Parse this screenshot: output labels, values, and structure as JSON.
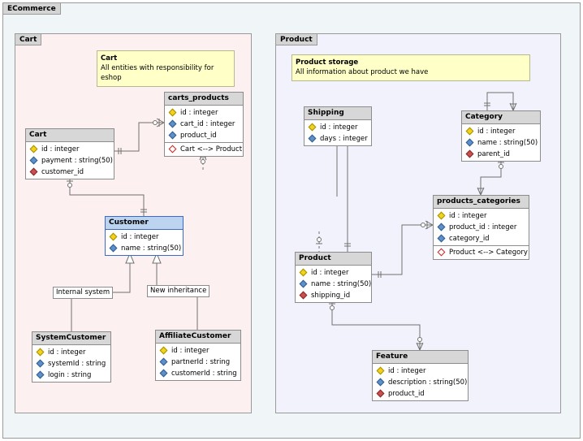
{
  "packages": {
    "root": "ECommerce",
    "cart": "Cart",
    "product": "Product"
  },
  "notes": {
    "cart": {
      "title": "Cart",
      "text": "All entities with responsibility for eshop"
    },
    "product": {
      "title": "Product storage",
      "text": "All information about product we have"
    }
  },
  "entities": {
    "carts_products": {
      "name": "carts_products",
      "attributes": [
        {
          "text": "id : integer",
          "kind": "pk"
        },
        {
          "text": "cart_id : integer",
          "kind": "col"
        },
        {
          "text": "product_id",
          "kind": "col"
        }
      ],
      "relations": [
        "Cart <--> Product"
      ]
    },
    "cart": {
      "name": "Cart",
      "attributes": [
        {
          "text": "id : integer",
          "kind": "pk"
        },
        {
          "text": "payment : string(50)",
          "kind": "col"
        },
        {
          "text": "customer_id",
          "kind": "fk"
        }
      ]
    },
    "customer": {
      "name": "Customer",
      "attributes": [
        {
          "text": "id : integer",
          "kind": "pk"
        },
        {
          "text": "name : string(50)",
          "kind": "col"
        }
      ]
    },
    "system_customer": {
      "name": "SystemCustomer",
      "attributes": [
        {
          "text": "id : integer",
          "kind": "pk"
        },
        {
          "text": "systemId : string",
          "kind": "col"
        },
        {
          "text": "login : string",
          "kind": "col"
        }
      ]
    },
    "affiliate_customer": {
      "name": "AffiliateCustomer",
      "attributes": [
        {
          "text": "id : integer",
          "kind": "pk"
        },
        {
          "text": "partnerId : string",
          "kind": "col"
        },
        {
          "text": "customerId : string",
          "kind": "col"
        }
      ]
    },
    "shipping": {
      "name": "Shipping",
      "attributes": [
        {
          "text": "id : integer",
          "kind": "pk"
        },
        {
          "text": "days : integer",
          "kind": "col"
        }
      ]
    },
    "category": {
      "name": "Category",
      "attributes": [
        {
          "text": "id : integer",
          "kind": "pk"
        },
        {
          "text": "name : string(50)",
          "kind": "col"
        },
        {
          "text": "parent_id",
          "kind": "fk"
        }
      ]
    },
    "products_categories": {
      "name": "products_categories",
      "attributes": [
        {
          "text": "id : integer",
          "kind": "pk"
        },
        {
          "text": "product_id : integer",
          "kind": "col"
        },
        {
          "text": "category_id",
          "kind": "col"
        }
      ],
      "relations": [
        "Product <--> Category"
      ]
    },
    "product": {
      "name": "Product",
      "attributes": [
        {
          "text": "id : integer",
          "kind": "pk"
        },
        {
          "text": "name : string(50)",
          "kind": "col"
        },
        {
          "text": "shipping_id",
          "kind": "fk"
        }
      ]
    },
    "feature": {
      "name": "Feature",
      "attributes": [
        {
          "text": "id : integer",
          "kind": "pk"
        },
        {
          "text": "description : string(50)",
          "kind": "col"
        },
        {
          "text": "product_id",
          "kind": "fk"
        }
      ]
    }
  },
  "labels": {
    "internal_system": "Internal system",
    "new_inheritance": "New inheritance"
  },
  "colors": {
    "line": "#707070",
    "selected_border": "#3c6ac4",
    "note_fill": "#ffffc8",
    "cart_package_fill": "#fdf0f0",
    "product_package_fill": "#f2f2fd"
  }
}
